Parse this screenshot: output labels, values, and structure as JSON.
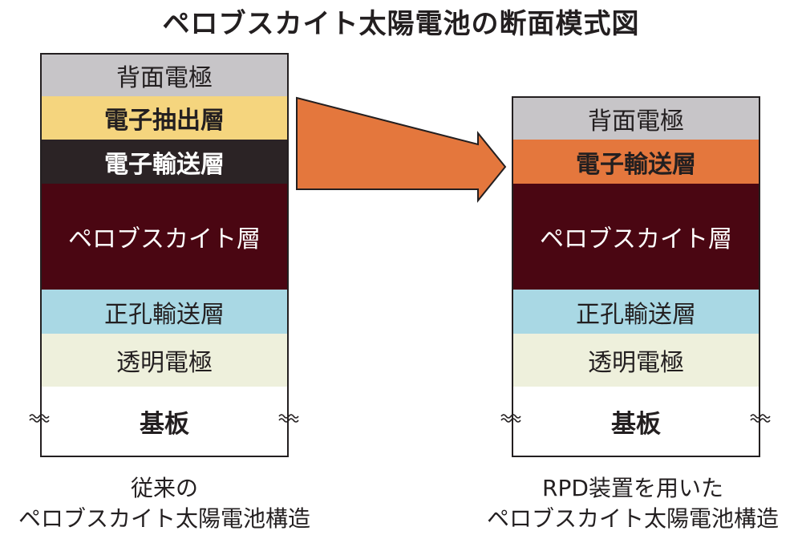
{
  "title": "ペロブスカイト太陽電池の断面模式図",
  "left_stack": {
    "layers": [
      {
        "label": "背面電極",
        "color": "#c7c5c8",
        "text_color": "#231f20"
      },
      {
        "label": "電子抽出層",
        "color": "#f5d57e",
        "text_color": "#231f20"
      },
      {
        "label": "電子輸送層",
        "color": "#2b2325",
        "text_color": "#ffffff"
      },
      {
        "label": "ペロブスカイト層",
        "color": "#4a0612",
        "text_color": "#ffffff"
      },
      {
        "label": "正孔輸送層",
        "color": "#a9d8e4",
        "text_color": "#231f20"
      },
      {
        "label": "透明電極",
        "color": "#eef0dc",
        "text_color": "#231f20"
      },
      {
        "label": "基板",
        "color": "#ffffff",
        "text_color": "#231f20"
      }
    ],
    "caption_line1": "従来の",
    "caption_line2": "ペロブスカイト太陽電池構造"
  },
  "right_stack": {
    "layers": [
      {
        "label": "背面電極",
        "color": "#c7c5c8",
        "text_color": "#231f20"
      },
      {
        "label": "電子輸送層",
        "color": "#e4773d",
        "text_color": "#231f20"
      },
      {
        "label": "ペロブスカイト層",
        "color": "#4a0612",
        "text_color": "#ffffff"
      },
      {
        "label": "正孔輸送層",
        "color": "#a9d8e4",
        "text_color": "#231f20"
      },
      {
        "label": "透明電極",
        "color": "#eef0dc",
        "text_color": "#231f20"
      },
      {
        "label": "基板",
        "color": "#ffffff",
        "text_color": "#231f20"
      }
    ],
    "caption_line1": "RPD装置を用いた",
    "caption_line2": "ペロブスカイト太陽電池構造"
  },
  "arrow_color": "#e4773d"
}
